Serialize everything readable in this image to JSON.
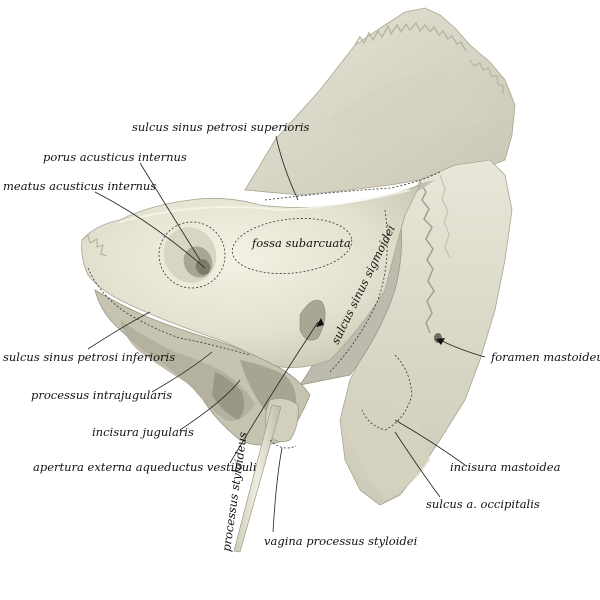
{
  "labels": {
    "sulcus_sinus_petrosi_superioris": "sulcus sinus petrosi superioris",
    "porus_acusticus_internus": "porus acusticus internus",
    "meatus_acusticus_internus": "meatus acusticus internus",
    "fossa_subarcuata": "fossa subarcuata",
    "sulcus_sinus_sigmoidei": "sulcus sinus sigmoidei",
    "sulcus_sinus_petrosi_inferioris": "sulcus sinus petrosi inferioris",
    "foramen_mastoideum": "foramen mastoideum",
    "processus_intrajugularis": "processus intrajugularis",
    "incisura_jugularis": "incisura jugularis",
    "apertura_externa_aqueductus_vestibuli": "apertura externa aqueductus vestibuli",
    "incisura_mastoidea": "incisura mastoidea",
    "sulcus_a_occipitalis": "sulcus a. occipitalis",
    "processus_styloideus": "processus styloideus",
    "vagina_processus_styloidei": "vagina processus styloidei"
  },
  "colors": {
    "bone_light": "#eceadc",
    "bone_mid": "#d9d6c4",
    "bone_shadow": "#b9b6a4",
    "bone_dark": "#8f8c7c",
    "sinus_groove": "#b8b6a8"
  }
}
